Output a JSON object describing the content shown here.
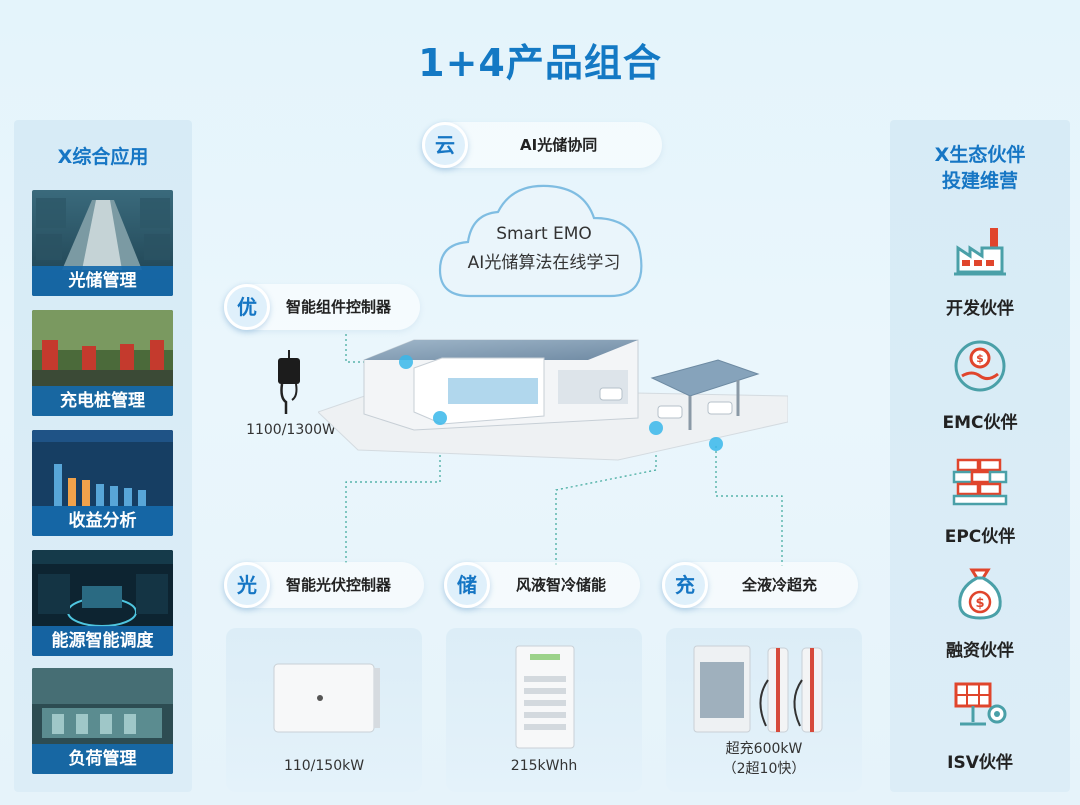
{
  "title": "1+4产品组合",
  "left_panel": {
    "title": "X综合应用",
    "items": [
      {
        "label": "光储管理"
      },
      {
        "label": "充电桩管理"
      },
      {
        "label": "收益分析"
      },
      {
        "label": "能源智能调度"
      },
      {
        "label": "负荷管理"
      }
    ]
  },
  "right_panel": {
    "title_line1": "X生态伙伴",
    "title_line2": "投建维营",
    "partners": [
      {
        "label": "开发伙伴",
        "icon": "factory-icon"
      },
      {
        "label": "EMC伙伴",
        "icon": "money-hand-icon"
      },
      {
        "label": "EPC伙伴",
        "icon": "brick-wall-icon"
      },
      {
        "label": "融资伙伴",
        "icon": "money-bag-icon"
      },
      {
        "label": "ISV伙伴",
        "icon": "solar-gear-icon"
      }
    ]
  },
  "cloud": {
    "badge": "云",
    "label": "AI光储协同",
    "line1": "Smart EMO",
    "line2": "AI光储算法在线学习"
  },
  "optimizer": {
    "badge": "优",
    "label": "智能组件控制器",
    "spec": "1100/1300W"
  },
  "products": [
    {
      "badge": "光",
      "label": "智能光伏控制器",
      "spec": "110/150kW"
    },
    {
      "badge": "储",
      "label": "风液智冷储能",
      "spec": "215kWhh"
    },
    {
      "badge": "充",
      "label": "全液冷超充",
      "spec_line1": "超充600kW",
      "spec_line2": "（2超10快）"
    }
  ],
  "colors": {
    "accent": "#1676c4",
    "title": "#1479c4",
    "label_band": "#1669aa",
    "partner_red": "#e0452c",
    "partner_teal": "#4aa0a8"
  }
}
